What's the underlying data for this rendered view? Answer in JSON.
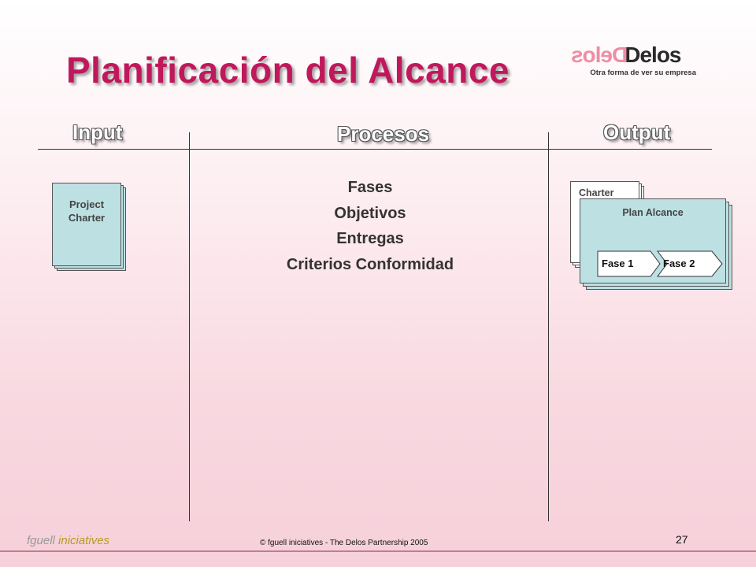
{
  "title": "Planificación del Alcance",
  "logo": {
    "mirror_text": "Delos",
    "name": "Delos",
    "tagline": "Otra forma de ver su empresa"
  },
  "columns": {
    "input": "Input",
    "procesos": "Procesos",
    "output": "Output"
  },
  "input_doc": {
    "label_line1": "Project",
    "label_line2": "Charter"
  },
  "procesos": [
    "Fases",
    "Objetivos",
    "Entregas",
    "Criterios Conformidad"
  ],
  "output": {
    "charter_label": "Charter",
    "plan_label": "Plan Alcance",
    "phases": [
      "Fase 1",
      "Fase 2"
    ]
  },
  "footer": {
    "brand_part1": "fguell ",
    "brand_part2": "iniciatives",
    "copyright": "© fguell iniciatives - The Delos Partnership 2005",
    "page_number": "27"
  },
  "colors": {
    "title": "#c0185c",
    "doc_fill": "#bde0e3",
    "brand_accent": "#b59a25"
  }
}
